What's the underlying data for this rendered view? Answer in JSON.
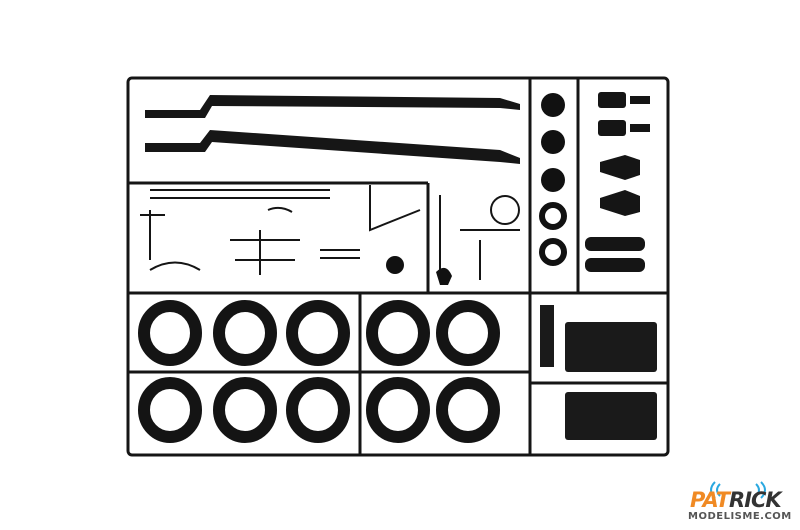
{
  "photo": {
    "subject": "model-kit-sprue",
    "plastic_color": "#111111",
    "background": "#ffffff"
  },
  "watermark": {
    "brand_orange": "PAT",
    "brand_dark": "CK",
    "brand_middle": "RI",
    "sub": "MODELISME.COM",
    "accent": "#f08a24",
    "wave_color": "#2aa8e0"
  }
}
